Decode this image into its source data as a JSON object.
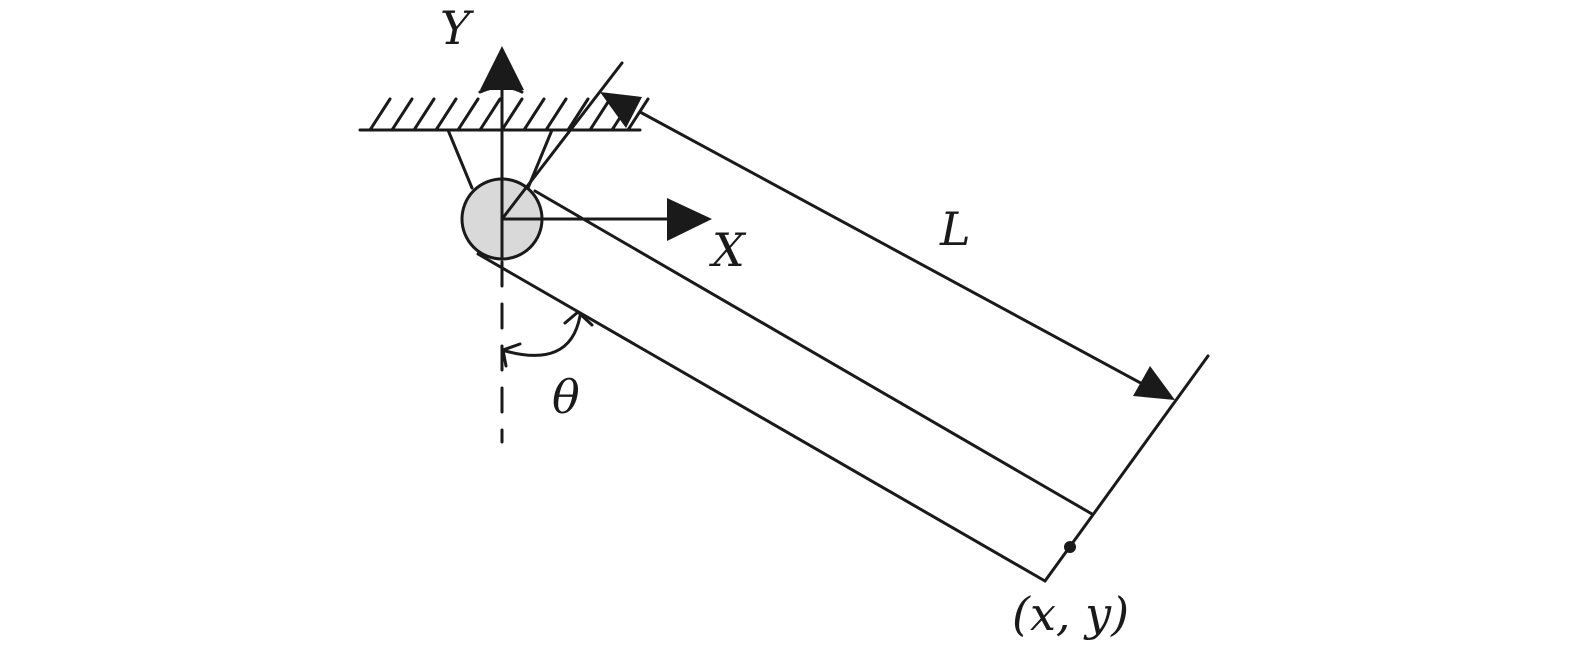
{
  "labels": {
    "y_axis": "Y",
    "x_axis": "X",
    "length": "L",
    "angle": "θ",
    "endpoint": "(x, y)"
  },
  "colors": {
    "stroke": "#1a1a1a",
    "pivot_fill": "#d9d9d9",
    "background": "#ffffff"
  }
}
